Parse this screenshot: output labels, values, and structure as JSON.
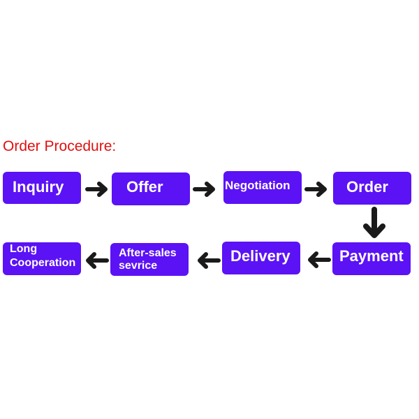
{
  "title": "Order Procedure:",
  "colors": {
    "box": "#5b12f5",
    "title": "#e01010",
    "arrow": "#1a1a1a"
  },
  "steps": [
    {
      "label": "Inquiry"
    },
    {
      "label": "Offer"
    },
    {
      "label": "Negotiation"
    },
    {
      "label": "Order"
    },
    {
      "label": "Payment"
    },
    {
      "label": "Delivery"
    },
    {
      "label": "After-sales",
      "label2": "sevrice"
    },
    {
      "label": "Long",
      "label2": "Cooperation"
    }
  ],
  "arrows": [
    "arrow-right-icon",
    "arrow-right-icon",
    "arrow-right-icon",
    "arrow-down-icon",
    "arrow-left-icon",
    "arrow-left-icon",
    "arrow-left-icon"
  ]
}
